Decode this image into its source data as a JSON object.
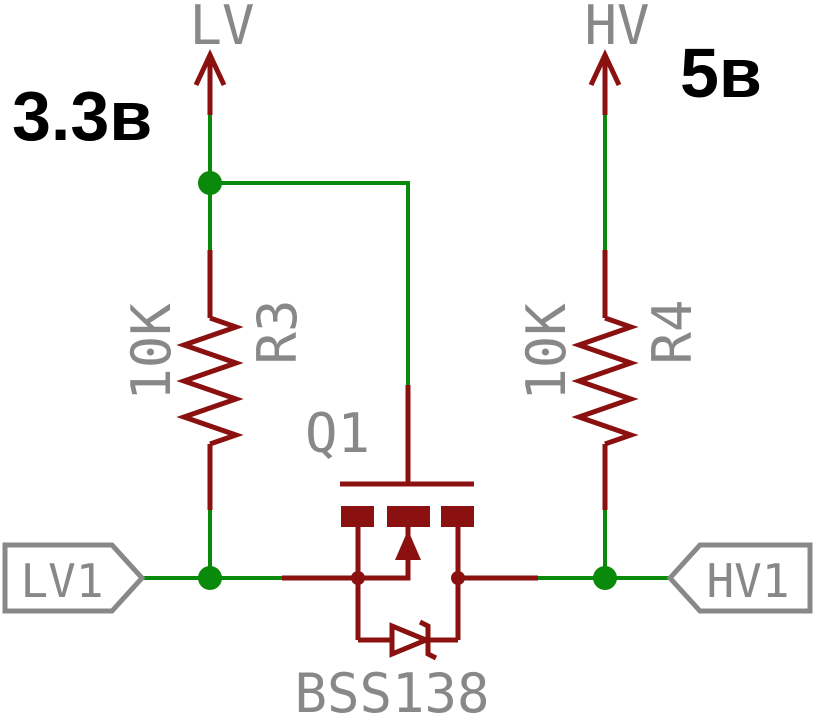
{
  "colors": {
    "net": "#0a8a0a",
    "part": "#8b1010",
    "label": "#888888",
    "voltage": "#000000",
    "background": "#ffffff"
  },
  "supplies": {
    "lv": {
      "name": "LV",
      "voltage": "3.3в"
    },
    "hv": {
      "name": "HV",
      "voltage": "5в"
    }
  },
  "resistors": {
    "r3": {
      "name": "R3",
      "value": "10K"
    },
    "r4": {
      "name": "R4",
      "value": "10K"
    }
  },
  "transistor": {
    "name": "Q1",
    "value": "BSS138"
  },
  "ports": {
    "lv1": "LV1",
    "hv1": "HV1"
  }
}
